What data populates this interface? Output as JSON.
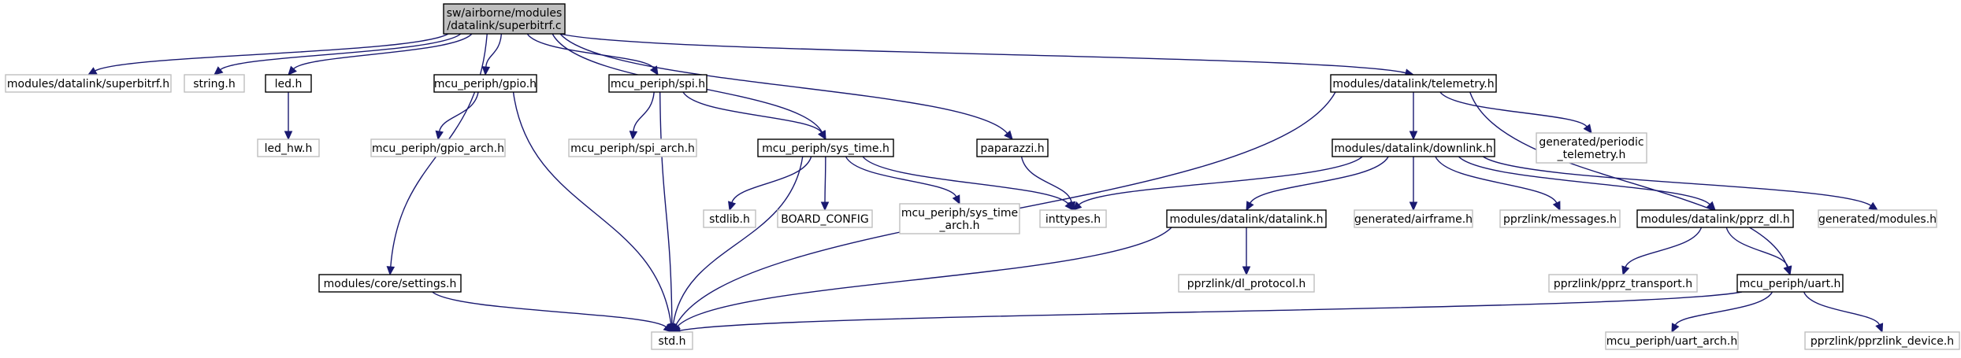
{
  "graph": {
    "nodes": [
      {
        "id": "superbitrf_c",
        "lines": [
          "sw/airborne/modules",
          "/datalink/superbitrf.c"
        ],
        "style": "root"
      },
      {
        "id": "superbitrf_h",
        "lines": [
          "modules/datalink/superbitrf.h"
        ],
        "style": "gray"
      },
      {
        "id": "string_h",
        "lines": [
          "string.h"
        ],
        "style": "gray"
      },
      {
        "id": "led_h",
        "lines": [
          "led.h"
        ],
        "style": "normal"
      },
      {
        "id": "led_hw_h",
        "lines": [
          "led_hw.h"
        ],
        "style": "gray"
      },
      {
        "id": "gpio_h",
        "lines": [
          "mcu_periph/gpio.h"
        ],
        "style": "normal"
      },
      {
        "id": "gpio_arch_h",
        "lines": [
          "mcu_periph/gpio_arch.h"
        ],
        "style": "gray"
      },
      {
        "id": "spi_h",
        "lines": [
          "mcu_periph/spi.h"
        ],
        "style": "normal"
      },
      {
        "id": "spi_arch_h",
        "lines": [
          "mcu_periph/spi_arch.h"
        ],
        "style": "gray"
      },
      {
        "id": "sys_time_h",
        "lines": [
          "mcu_periph/sys_time.h"
        ],
        "style": "normal"
      },
      {
        "id": "stdlib_h",
        "lines": [
          "stdlib.h"
        ],
        "style": "gray"
      },
      {
        "id": "board_config",
        "lines": [
          "BOARD_CONFIG"
        ],
        "style": "gray"
      },
      {
        "id": "sys_time_arch_h",
        "lines": [
          "mcu_periph/sys_time",
          "_arch.h"
        ],
        "style": "gray"
      },
      {
        "id": "paparazzi_h",
        "lines": [
          "paparazzi.h"
        ],
        "style": "normal"
      },
      {
        "id": "inttypes_h",
        "lines": [
          "inttypes.h"
        ],
        "style": "gray"
      },
      {
        "id": "settings_h",
        "lines": [
          "modules/core/settings.h"
        ],
        "style": "normal"
      },
      {
        "id": "std_h",
        "lines": [
          "std.h"
        ],
        "style": "gray"
      },
      {
        "id": "telemetry_h",
        "lines": [
          "modules/datalink/telemetry.h"
        ],
        "style": "normal"
      },
      {
        "id": "downlink_h",
        "lines": [
          "modules/datalink/downlink.h"
        ],
        "style": "normal"
      },
      {
        "id": "periodic_telemetry_h",
        "lines": [
          "generated/periodic",
          "_telemetry.h"
        ],
        "style": "gray"
      },
      {
        "id": "datalink_h",
        "lines": [
          "modules/datalink/datalink.h"
        ],
        "style": "normal"
      },
      {
        "id": "dl_protocol_h",
        "lines": [
          "pprzlink/dl_protocol.h"
        ],
        "style": "gray"
      },
      {
        "id": "airframe_h",
        "lines": [
          "generated/airframe.h"
        ],
        "style": "gray"
      },
      {
        "id": "messages_h",
        "lines": [
          "pprzlink/messages.h"
        ],
        "style": "gray"
      },
      {
        "id": "pprz_dl_h",
        "lines": [
          "modules/datalink/pprz_dl.h"
        ],
        "style": "normal"
      },
      {
        "id": "modules_h",
        "lines": [
          "generated/modules.h"
        ],
        "style": "gray"
      },
      {
        "id": "pprz_transport_h",
        "lines": [
          "pprzlink/pprz_transport.h"
        ],
        "style": "gray"
      },
      {
        "id": "uart_h",
        "lines": [
          "mcu_periph/uart.h"
        ],
        "style": "normal"
      },
      {
        "id": "uart_arch_h",
        "lines": [
          "mcu_periph/uart_arch.h"
        ],
        "style": "gray"
      },
      {
        "id": "pprzlink_device_h",
        "lines": [
          "pprzlink/pprzlink_device.h"
        ],
        "style": "gray"
      }
    ],
    "edges": [
      [
        "superbitrf_c",
        "superbitrf_h"
      ],
      [
        "superbitrf_c",
        "string_h"
      ],
      [
        "superbitrf_c",
        "led_h"
      ],
      [
        "superbitrf_c",
        "gpio_h"
      ],
      [
        "superbitrf_c",
        "spi_h"
      ],
      [
        "superbitrf_c",
        "sys_time_h"
      ],
      [
        "superbitrf_c",
        "paparazzi_h"
      ],
      [
        "superbitrf_c",
        "settings_h"
      ],
      [
        "superbitrf_c",
        "telemetry_h"
      ],
      [
        "led_h",
        "led_hw_h"
      ],
      [
        "gpio_h",
        "gpio_arch_h"
      ],
      [
        "gpio_h",
        "std_h"
      ],
      [
        "spi_h",
        "spi_arch_h"
      ],
      [
        "spi_h",
        "sys_time_h"
      ],
      [
        "spi_h",
        "std_h"
      ],
      [
        "sys_time_h",
        "std_h"
      ],
      [
        "sys_time_h",
        "stdlib_h"
      ],
      [
        "sys_time_h",
        "board_config"
      ],
      [
        "sys_time_h",
        "sys_time_arch_h"
      ],
      [
        "sys_time_h",
        "inttypes_h"
      ],
      [
        "paparazzi_h",
        "inttypes_h"
      ],
      [
        "settings_h",
        "std_h"
      ],
      [
        "telemetry_h",
        "std_h"
      ],
      [
        "telemetry_h",
        "downlink_h"
      ],
      [
        "telemetry_h",
        "periodic_telemetry_h"
      ],
      [
        "telemetry_h",
        "uart_h"
      ],
      [
        "downlink_h",
        "inttypes_h"
      ],
      [
        "downlink_h",
        "datalink_h"
      ],
      [
        "downlink_h",
        "airframe_h"
      ],
      [
        "downlink_h",
        "messages_h"
      ],
      [
        "downlink_h",
        "pprz_dl_h"
      ],
      [
        "downlink_h",
        "modules_h"
      ],
      [
        "datalink_h",
        "dl_protocol_h"
      ],
      [
        "datalink_h",
        "std_h"
      ],
      [
        "pprz_dl_h",
        "pprz_transport_h"
      ],
      [
        "pprz_dl_h",
        "uart_h"
      ],
      [
        "uart_h",
        "std_h"
      ],
      [
        "uart_h",
        "uart_arch_h"
      ],
      [
        "uart_h",
        "pprzlink_device_h"
      ]
    ]
  }
}
